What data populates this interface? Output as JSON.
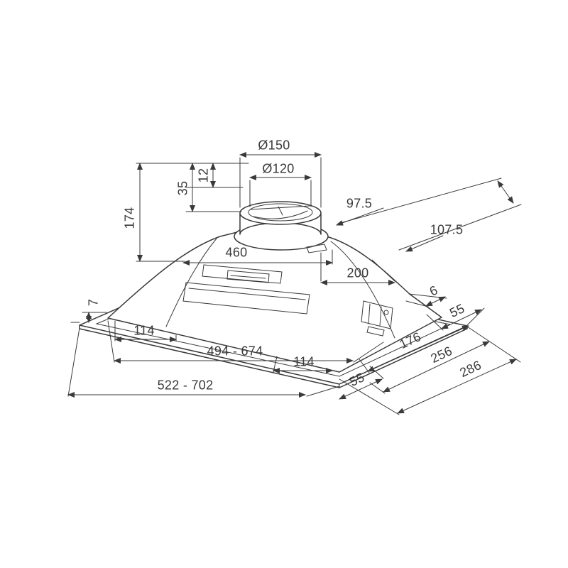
{
  "drawing": {
    "subject": "Built-in cooker hood — isometric technical dimension drawing",
    "line_color": "#3a3a3a",
    "background": "#ffffff"
  },
  "dims": {
    "duct_outer_diameter": "Ø150",
    "duct_inner_diameter": "Ø120",
    "spigot_lip_height": "12",
    "spigot_height": "35",
    "hood_height": "174",
    "body_top_width": "460",
    "body_top_depth": "200",
    "rear_clearance": "97.5",
    "rear_drop": "107.5",
    "flange_lip": "7",
    "left_inset": "114",
    "cutout_width_range": "494 - 674",
    "right_inset": "114",
    "overall_width_range": "522 - 702",
    "front_offset": "55",
    "bracket_thickness": "6",
    "side_offset": "55",
    "inner_depth": "176",
    "cutout_depth": "256",
    "overall_depth": "286"
  }
}
